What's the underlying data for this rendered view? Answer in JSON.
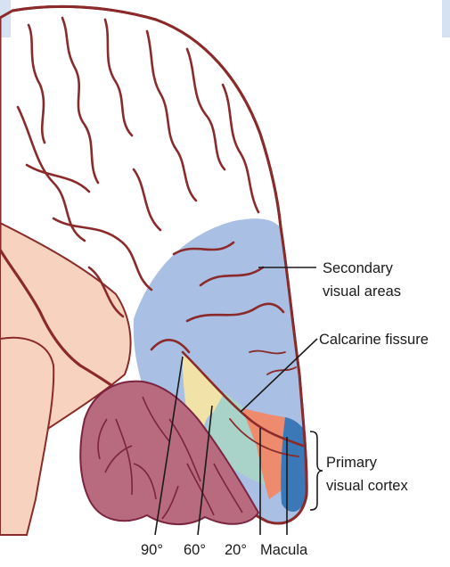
{
  "colors": {
    "cortex": "#f7c6bc",
    "cortex_outline": "#8a2a2a",
    "medial_tissue": "#f6d2bf",
    "secondary_visual_areas": "#a9bfe3",
    "band_90": "#f1e2a8",
    "band_60": "#a9d3c8",
    "band_20": "#ee8a6d",
    "macula": "#3b78b8",
    "cerebellum": "#b86a7e",
    "corner_tab": "#d6e1f2"
  },
  "labels": {
    "secondary_line1": "Secondary",
    "secondary_line2": "visual areas",
    "calcarine": "Calcarine fissure",
    "primary_line1": "Primary",
    "primary_line2": "visual cortex",
    "deg_90": "90°",
    "deg_60": "60°",
    "deg_20": "20°",
    "macula": "Macula"
  }
}
